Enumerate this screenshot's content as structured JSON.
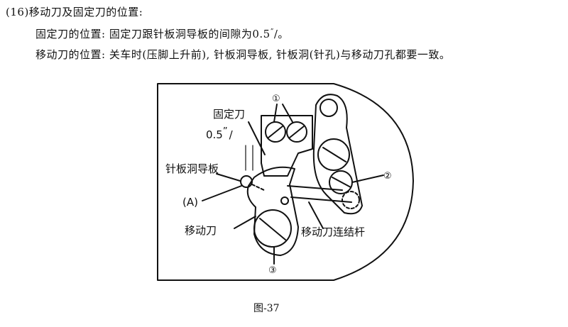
{
  "heading": "(16)移动刀及固定刀的位置:",
  "fixed_knife": {
    "label": "固定刀的位置:",
    "text_before": "固定刀跟针板洞导板的间隙为0.5",
    "text_after": "/。"
  },
  "moving_knife": {
    "label": "移动刀的位置:",
    "text": "关车时(压脚上升前), 针板洞导板, 针板洞(针孔)与移动刀孔都要一致。"
  },
  "diagram": {
    "labels": {
      "fixed_knife": "固定刀",
      "gap": "0.5",
      "gap_suffix": "/",
      "needle_plate_guide": "针板洞导板",
      "point_a": "(A)",
      "moving_knife": "移动刀",
      "link_rod": "移动刀连结杆"
    },
    "callouts": [
      "①",
      "②",
      "③"
    ]
  },
  "caption": "图-37"
}
